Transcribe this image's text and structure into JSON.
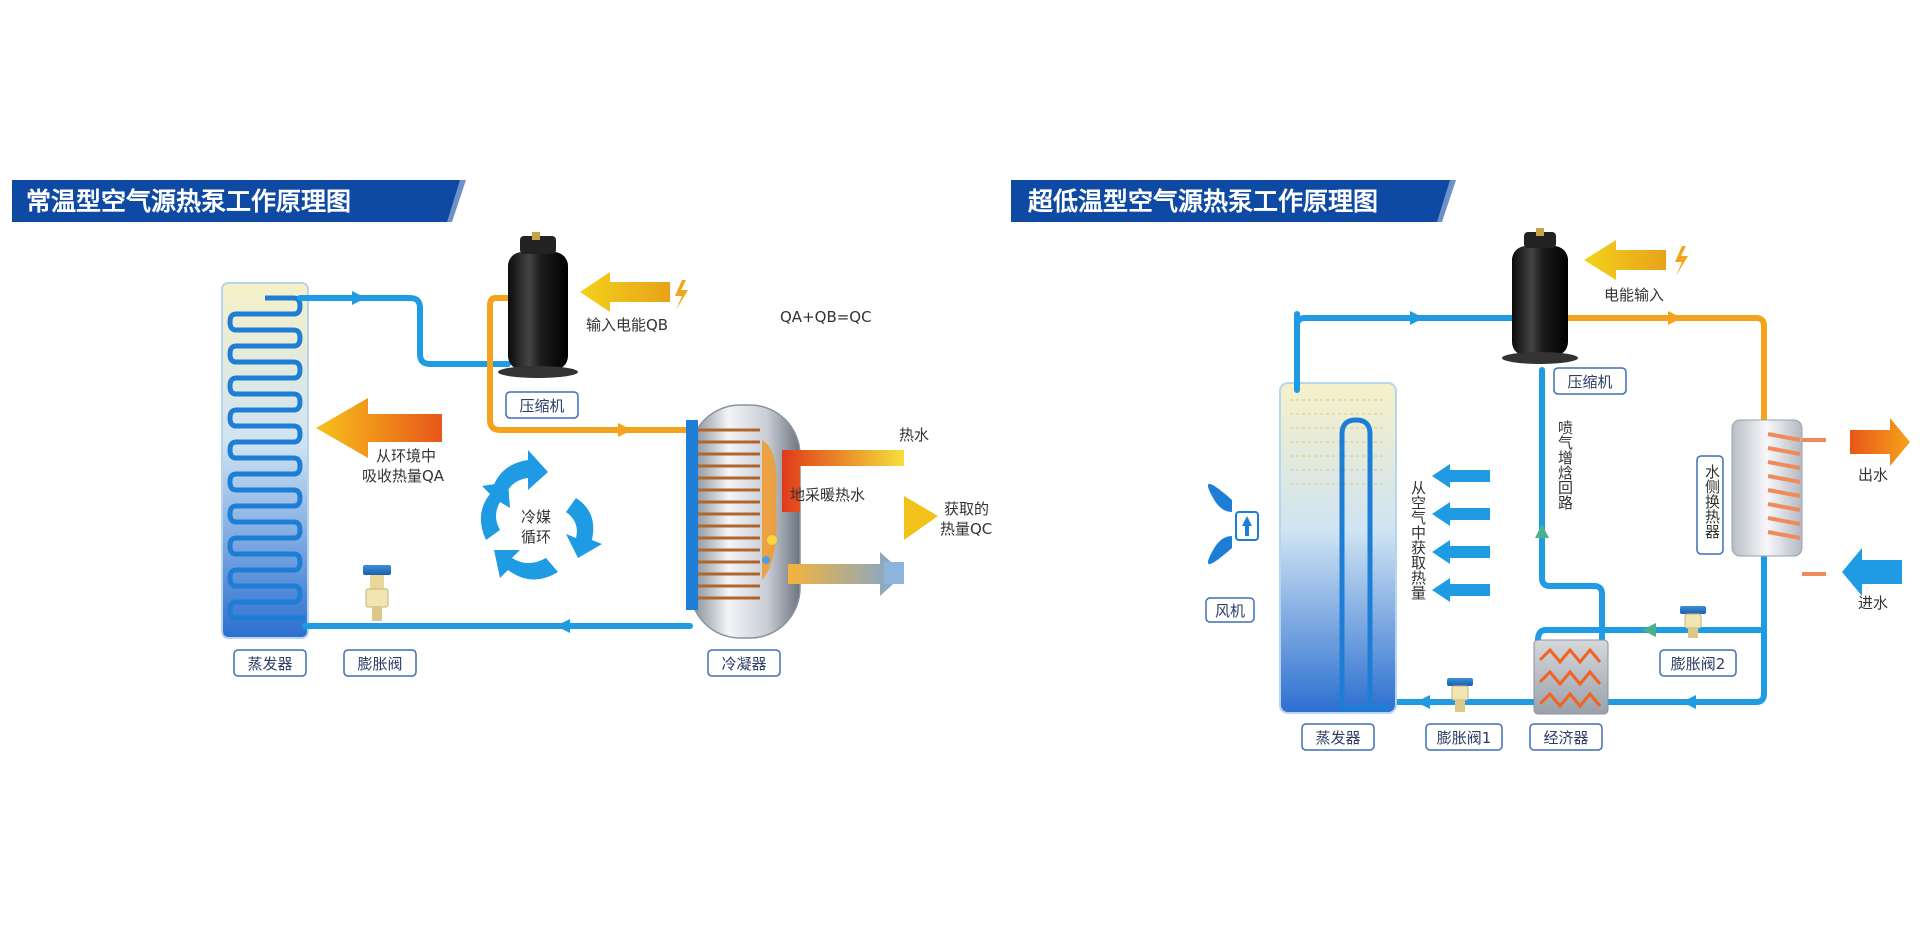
{
  "left": {
    "title": "常温型空气源热泵工作原理图",
    "input_power": "输入电能QB",
    "equation": "QA+QB=QC",
    "absorb": [
      "从环境中",
      "吸收热量QA"
    ],
    "hot_water": "热水",
    "heating_water": "地采暖热水",
    "obtain": [
      "获取的",
      "热量QC"
    ],
    "cycle": [
      "冷媒",
      "循环"
    ],
    "labels": {
      "compressor": "压缩机",
      "evaporator": "蒸发器",
      "expansion_valve": "膨胀阀",
      "condenser": "冷凝器"
    }
  },
  "right": {
    "title": "超低温型空气源热泵工作原理图",
    "power_input": "电能输入",
    "absorb_air": "从空气中获取热量",
    "injection_loop": "喷气增焓回路",
    "water_hx": "水侧换热器",
    "outlet": "出水",
    "inlet": "进水",
    "labels": {
      "compressor": "压缩机",
      "fan": "风机",
      "evaporator": "蒸发器",
      "expansion_valve_1": "膨胀阀1",
      "economizer": "经济器",
      "expansion_valve_2": "膨胀阀2"
    }
  },
  "colors": {
    "title_banner": "#0e4aa3",
    "refrigerant_low": "#1e9be3",
    "refrigerant_high": "#f5a21c",
    "heat_arrow": "#f08a1c"
  }
}
